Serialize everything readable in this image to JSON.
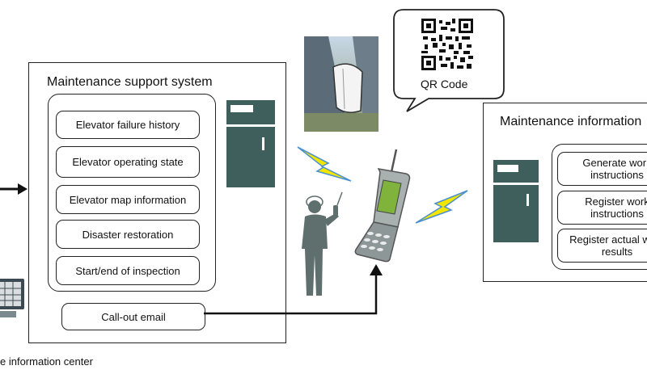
{
  "maintenance_support_system": {
    "title": "Maintenance support system",
    "items": [
      "Elevator failure history",
      "Elevator operating state",
      "Elevator map information",
      "Disaster restoration",
      "Start/end of inspection"
    ],
    "callout_email": "Call-out email"
  },
  "maintenance_information": {
    "title": "Maintenance information",
    "items": [
      "Generate work instructions",
      "Register work instructions",
      "Register actual work results"
    ]
  },
  "qr_bubble": {
    "label": "QR Code"
  },
  "left_caption": "e information center",
  "colors": {
    "server": "#3e5f5b",
    "lightning": "#f2e600",
    "lightning_edge": "#4a8fcf",
    "worker": "#5e6f6d",
    "phone": "#9aa3a3",
    "phone_screen": "#7fb33c"
  },
  "icons": [
    "server-icon",
    "lightning-icon",
    "worker-icon",
    "mobile-phone-icon",
    "qr-code-icon",
    "computer-icon",
    "elevator-photo"
  ]
}
